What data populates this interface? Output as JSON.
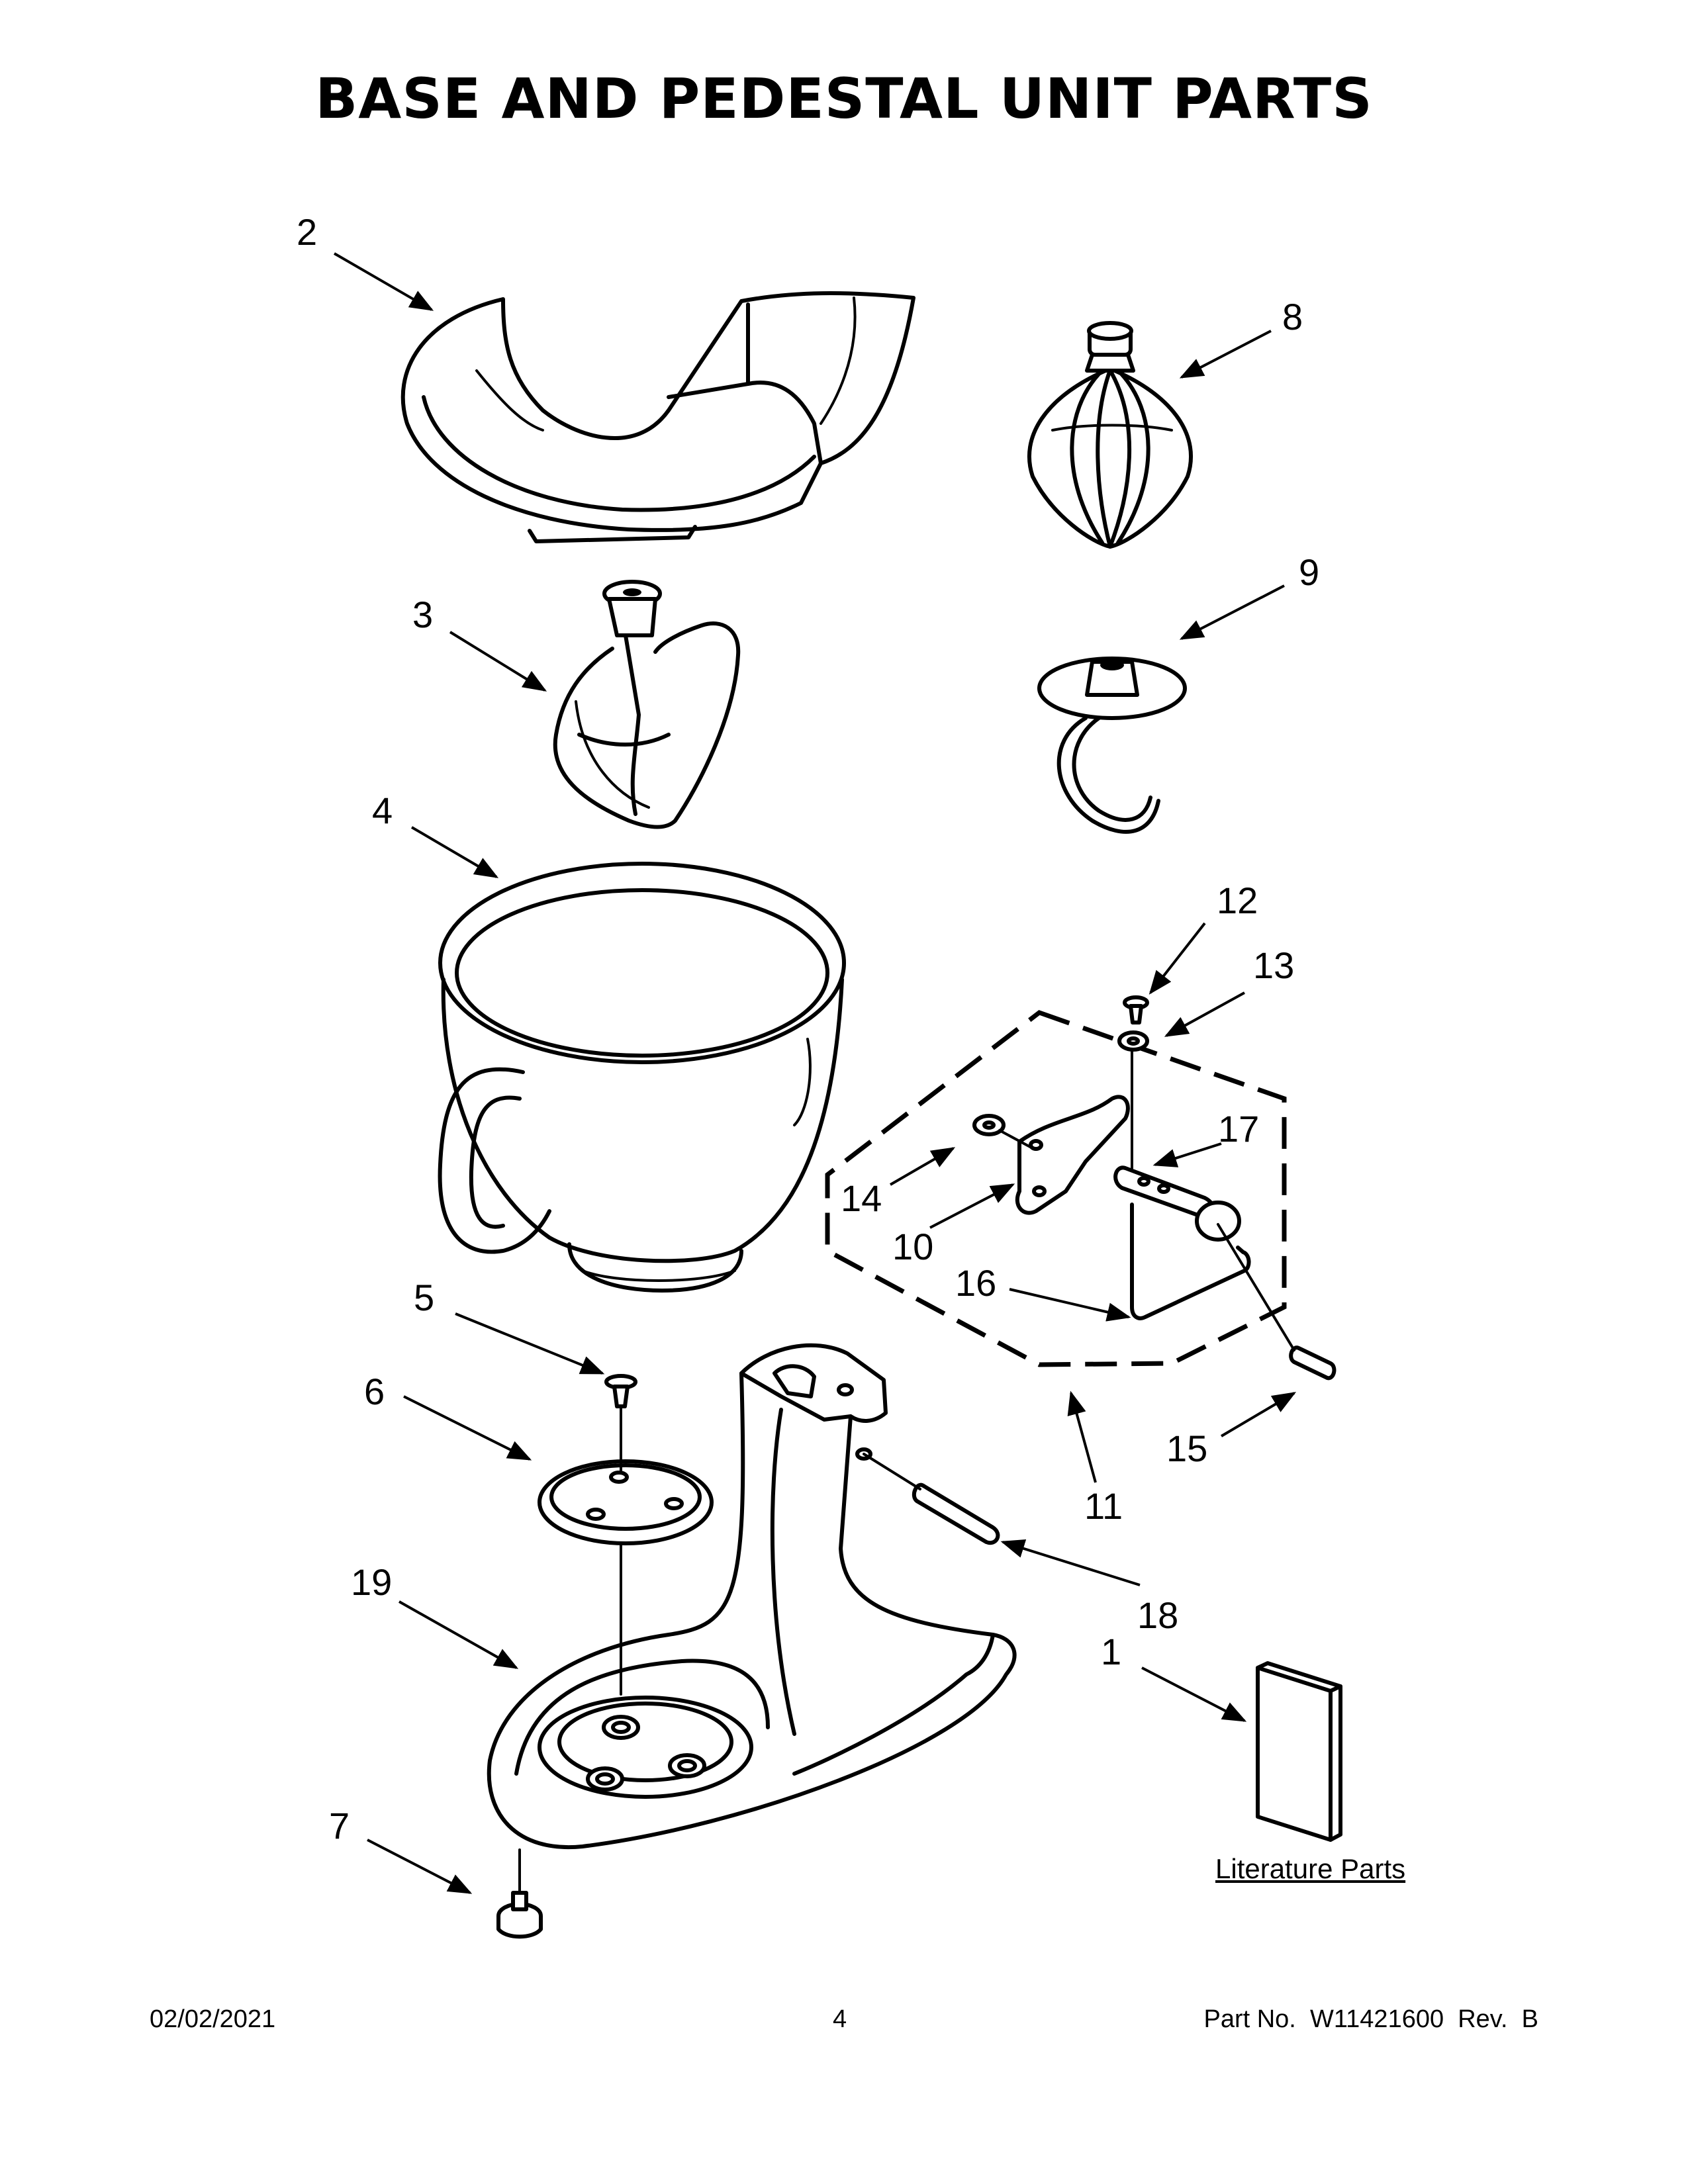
{
  "title": "BASE AND PEDESTAL UNIT PARTS",
  "callouts": {
    "c1": "1",
    "c2": "2",
    "c3": "3",
    "c4": "4",
    "c5": "5",
    "c6": "6",
    "c7": "7",
    "c8": "8",
    "c9": "9",
    "c10": "10",
    "c11": "11",
    "c12": "12",
    "c13": "13",
    "c14": "14",
    "c15": "15",
    "c16": "16",
    "c17": "17",
    "c18": "18",
    "c19": "19"
  },
  "literature_label": "Literature Parts",
  "footer": {
    "date": "02/02/2021",
    "page": "4",
    "part_no": "Part No.  W11421600  Rev.  B"
  }
}
